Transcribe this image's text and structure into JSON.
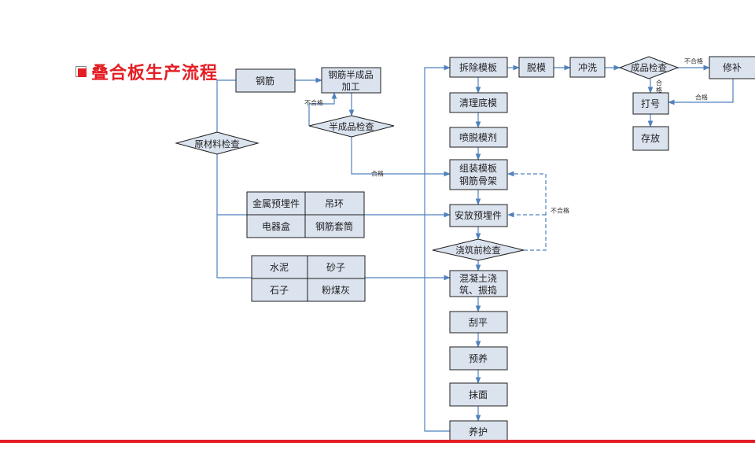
{
  "header": {
    "title": "叠合板生产流程"
  },
  "colors": {
    "accent": "#e31e24",
    "box_fill": "#dbe3ef",
    "line": "#4f81bd",
    "stroke": "#1f1f1f"
  },
  "nodes": {
    "steel": "钢筋",
    "steel_semi": "钢筋半成品加工",
    "semi_check": "半成品检查",
    "raw_check": "原材料检查",
    "embed_metal": "金属预埋件",
    "embed_ring": "吊环",
    "embed_box": "电器盒",
    "embed_sleeve": "钢筋套筒",
    "mat_cement": "水泥",
    "mat_sand": "砂子",
    "mat_stone": "石子",
    "mat_ash": "粉煤灰",
    "demold": "拆除模板",
    "release": "脱模",
    "wash": "冲洗",
    "final_check": "成品检查",
    "repair": "修补",
    "mark": "打号",
    "store": "存放",
    "clean": "清理底模",
    "spray": "喷脱模剂",
    "assemble": "组装模板钢筋骨架",
    "place_embed": "安放预埋件",
    "pour_check": "浇筑前检查",
    "concrete": "混凝土浇筑、振捣",
    "scrape": "刮平",
    "precure": "预养",
    "trowel": "抹面",
    "cure": "养护"
  },
  "edge_labels": {
    "unqualified": "不合格",
    "qualified": "合格"
  }
}
